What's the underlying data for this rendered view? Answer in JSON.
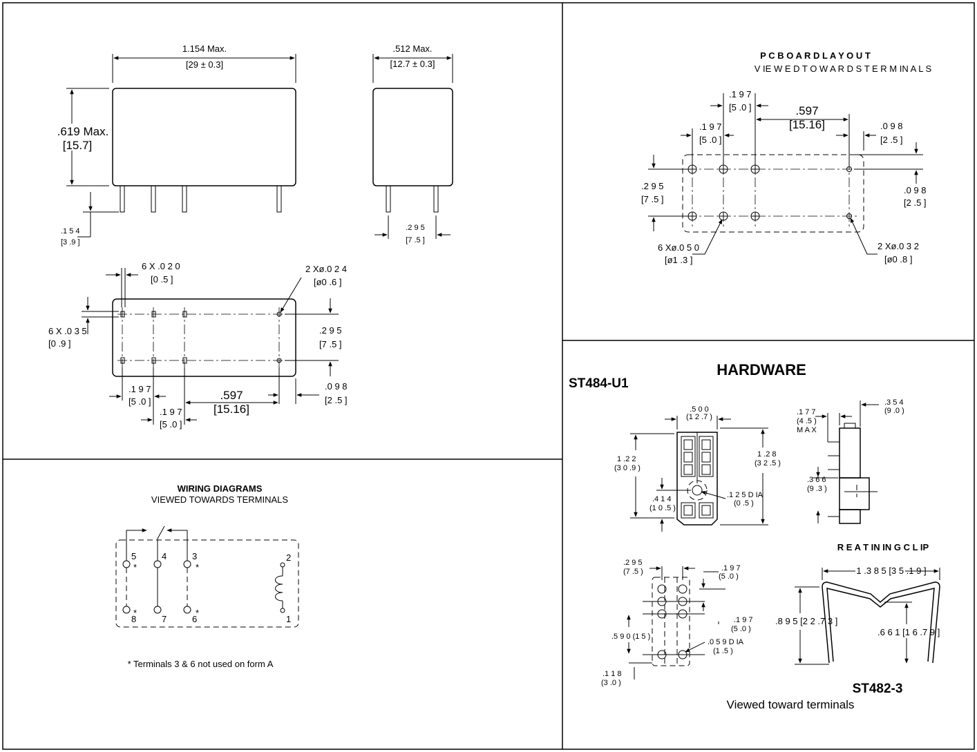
{
  "front_view": {
    "width_label": "1.154 Max.",
    "width_metric": "[29 ± 0.3]",
    "height_label": ".619 Max.",
    "height_metric": "[15.7]",
    "pin_len_label": ".1 5 4",
    "pin_len_metric": "[3 .9 ]"
  },
  "side_view": {
    "width_label": ".512 Max.",
    "width_metric": "[12.7 ± 0.3]",
    "pin_space_label": ".2 9 5",
    "pin_space_metric": "[7 .5 ]"
  },
  "bottom_view": {
    "pin_w_label": "6 X  .0 2 0",
    "pin_w_metric": "[0 .5 ]",
    "pin_t_label": "6 X  .0 3 5",
    "pin_t_metric": "[0 .9 ]",
    "hole_label": "2 Xø.0 2 4",
    "hole_metric": "[ø0 .6 ]",
    "row_space_label": ".2 9 5",
    "row_space_metric": "[7 .5 ]",
    "offset_label": ".0 9 8",
    "offset_metric": "[2 .5 ]",
    "pitch1_label": ".1 9 7",
    "pitch1_metric": "[5 .0 ]",
    "pitch2_label": ".1 9 7",
    "pitch2_metric": "[5 .0 ]",
    "span_label": ".597",
    "span_metric": "[15.16]"
  },
  "pcb_layout": {
    "title": "P C  B O A R D  L A Y O U T",
    "subtitle": "V IE W  E D  T O  W  A R D S  T E R M  IN A L S",
    "pitch_top_label": ".1 9 7",
    "pitch_top_metric": "[5 .0 ]",
    "pitch_left_label": ".1 9 7",
    "pitch_left_metric": "[5 .0 ]",
    "span_label": ".597",
    "span_metric": "[15.16]",
    "offset_top_label": ".0 9 8",
    "offset_top_metric": "[2 .5 ]",
    "row_label": ".2 9 5",
    "row_metric": "[7 .5 ]",
    "offset_right_label": ".0 9 8",
    "offset_right_metric": "[2 .5 ]",
    "hole_large_label": "6 Xø.0 5 0",
    "hole_large_metric": "[ø1 .3 ]",
    "hole_small_label": "2 Xø.0 3 2",
    "hole_small_metric": "[ø0 .8 ]"
  },
  "wiring": {
    "title": "WIRING DIAGRAMS",
    "subtitle": "VIEWED TOWARDS TERMINALS",
    "terminals": [
      "5",
      "4",
      "3",
      "2",
      "8",
      "7",
      "6",
      "1"
    ],
    "asterisk": "*",
    "note": "* Terminals 3 & 6 not used on form A"
  },
  "hardware": {
    "title": "HARDWARE",
    "socket_part": "ST484-U1",
    "socket_width_label": ".5 0 0",
    "socket_width_metric": "(1 2 .7 )",
    "socket_h1_label": "1 .2 2",
    "socket_h1_metric": "(3 0 .9 )",
    "socket_h2_label": "1 .2 8",
    "socket_h2_metric": "(3 2 .5 )",
    "socket_mount_label": ".4 1 4",
    "socket_mount_metric": "(1 0 .5 )",
    "socket_hole_label": ".1 2 5  D IA",
    "socket_hole_metric": "(0 .5 )",
    "side_w_label": ".1 7 7",
    "side_w_metric": "(4 .5 )",
    "side_w_max": "M  A  X",
    "side_w2_label": ".3 5 4",
    "side_w2_metric": "(9 .0 )",
    "side_h_label": ".3 6 6",
    "side_h_metric": "(9 .3 )",
    "fp_a_label": ".2 9 5",
    "fp_a_metric": "(7 .5 )",
    "fp_b_label": ".1 9 7",
    "fp_b_metric": "(5 .0 )",
    "fp_c_label": ".1 9 7",
    "fp_c_metric": "(5 .0 )",
    "fp_d_label": ".5 9 0  (1 5 )",
    "fp_e_label": ".0 5 9  D IA",
    "fp_e_metric": "(1 .5 )",
    "fp_f_label": ".1 1 8",
    "fp_f_metric": "(3 .0 )",
    "clip_title": "R E A T IN  IN  G   C  L IP",
    "clip_w_label": "1 .3 8 5  [3 5 .1 9 ]",
    "clip_h_label": ".8 9 5  [2 2 .7 3 ]",
    "clip_h2_label": ".6 6 1  [1 6 .7 9 ]",
    "clip_part": "ST482-3",
    "clip_note": "Viewed toward terminals"
  }
}
